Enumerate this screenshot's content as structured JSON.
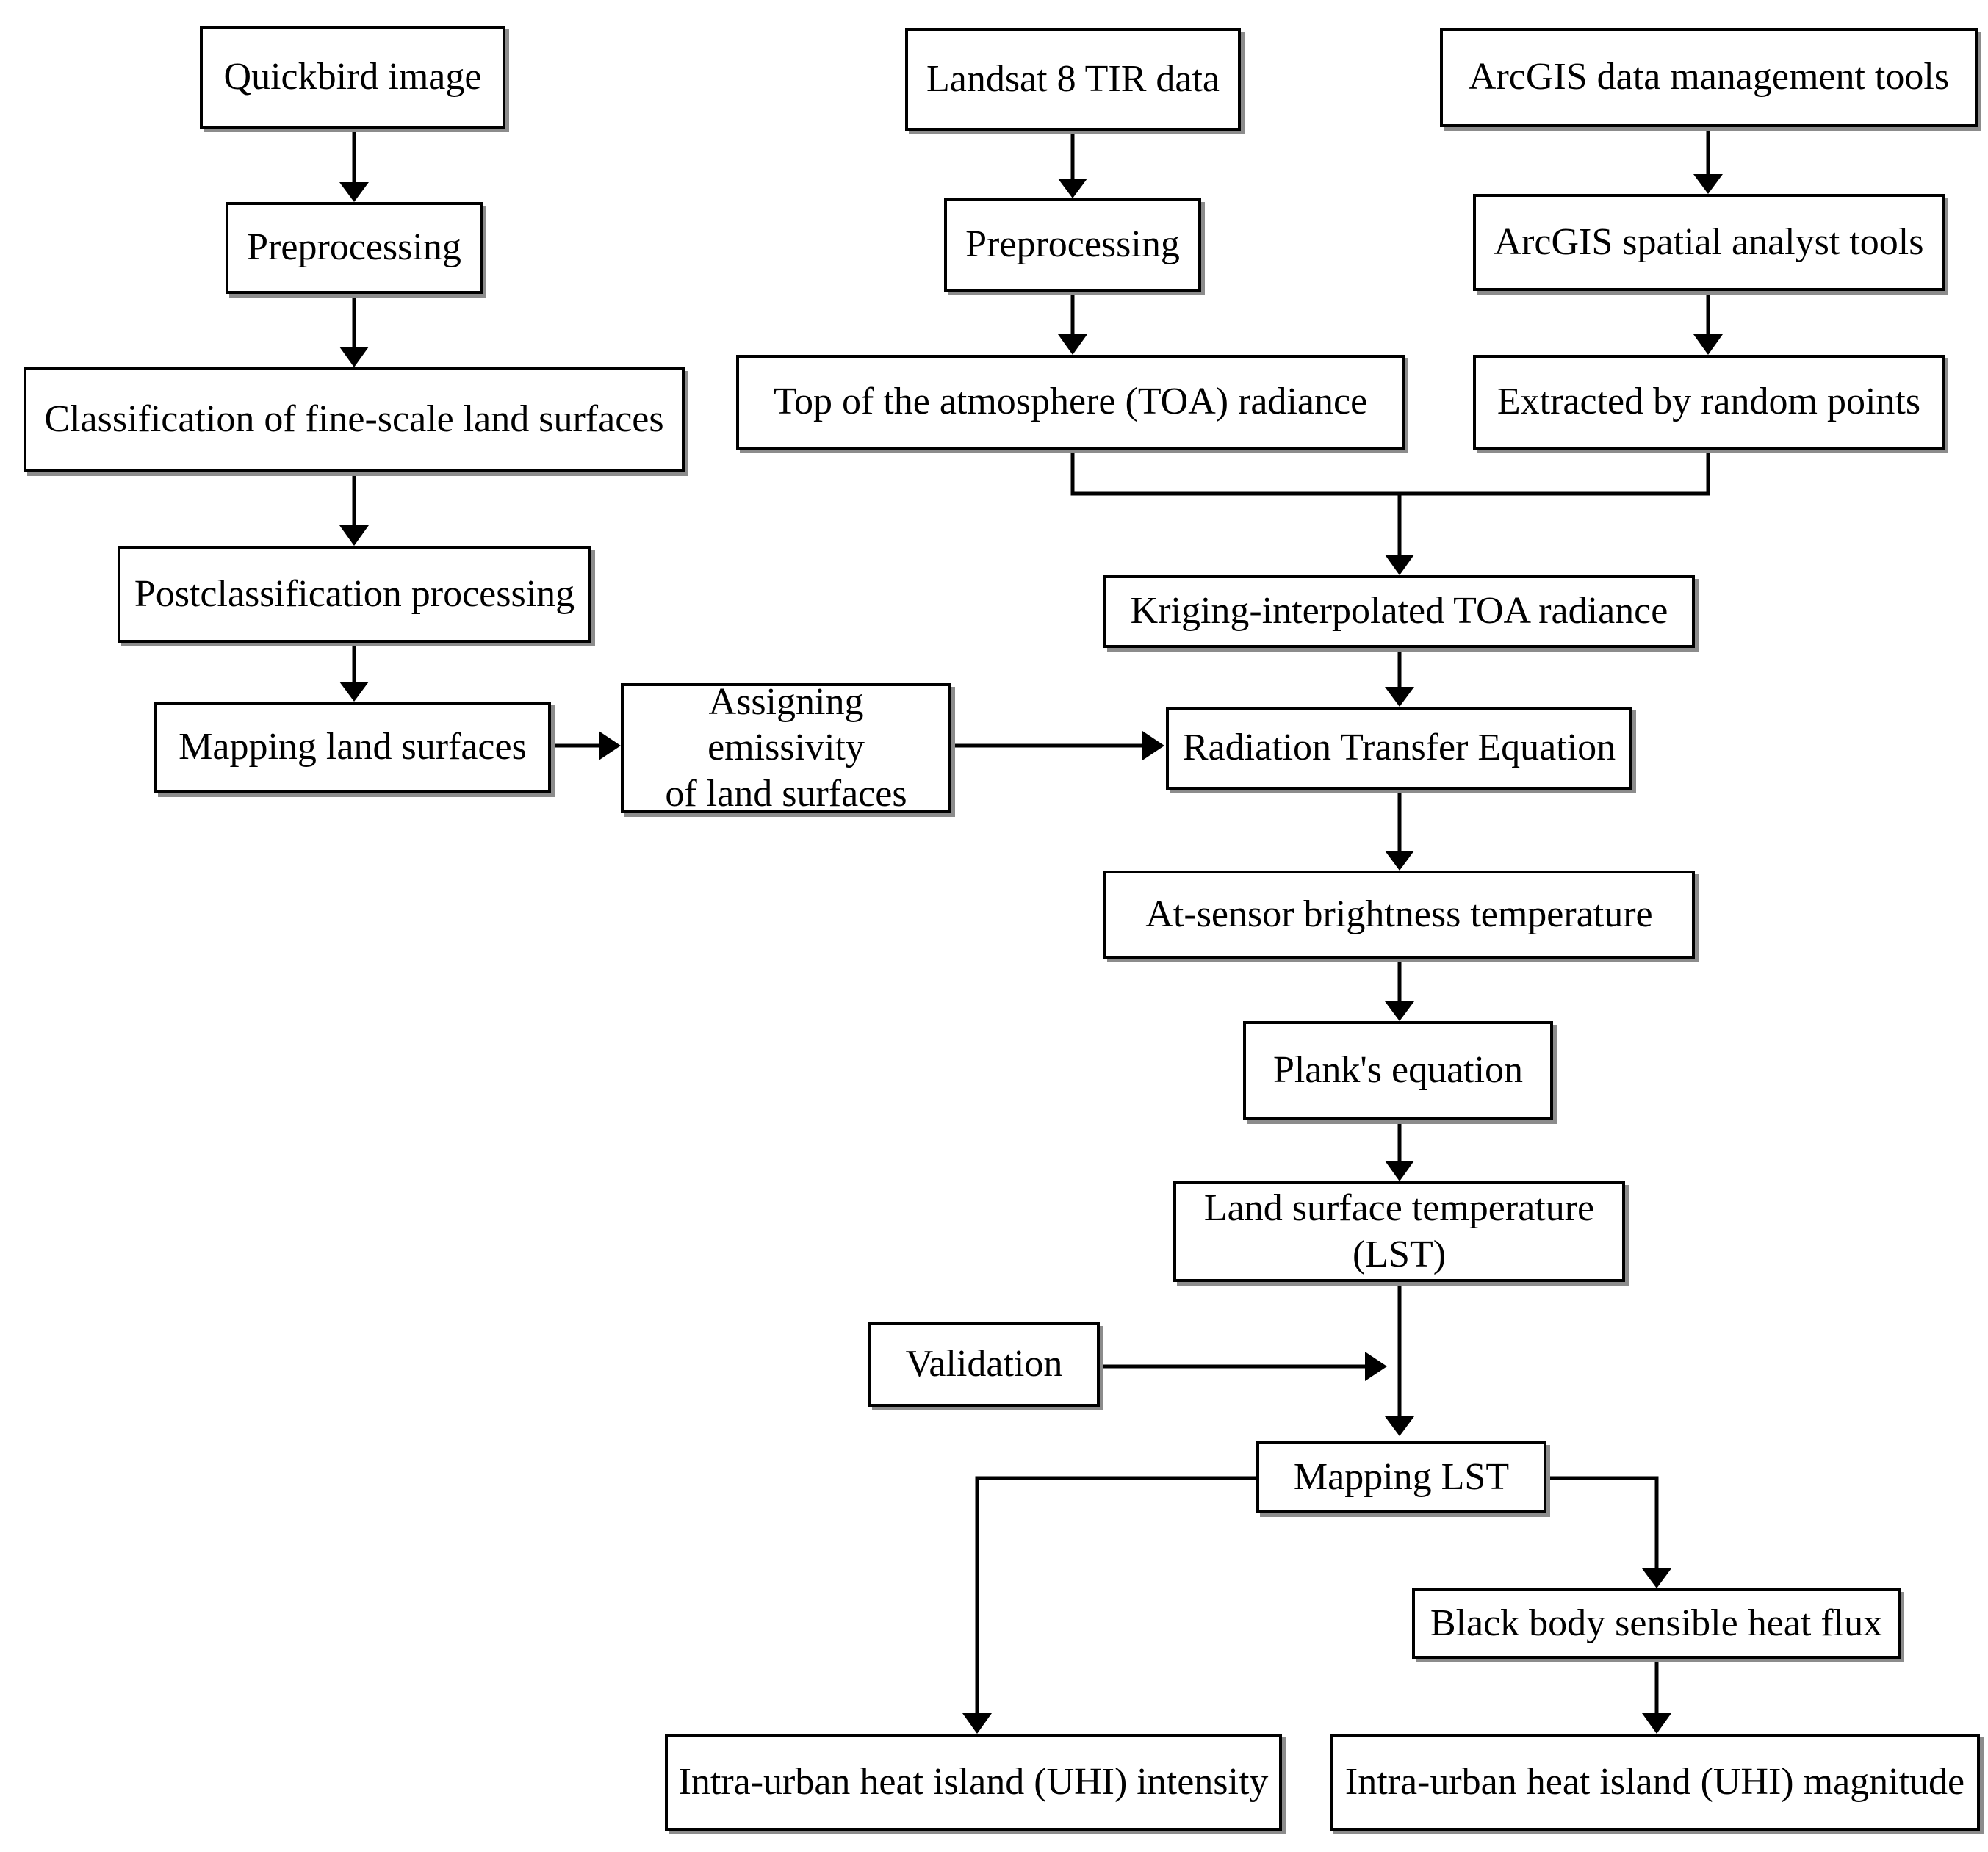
{
  "diagram": {
    "nodes": {
      "quickbird_image": "Quickbird image",
      "preprocessing_left": "Preprocessing",
      "classification": "Classification of  fine-scale land surfaces",
      "postclassification": "Postclassification processing",
      "mapping_land_surfaces": "Mapping land surfaces",
      "assigning_emissivity": "Assigning emissivity\nof  land surfaces",
      "landsat_tir": "Landsat 8 TIR data",
      "preprocessing_mid": "Preprocessing",
      "toa_radiance": "Top of the atmosphere (TOA)  radiance",
      "arcgis_data_mgmt": "ArcGIS data management tools",
      "arcgis_spatial": "ArcGIS spatial analyst tools",
      "extracted_random": "Extracted by random points",
      "kriging_toa": "Kriging-interpolated TOA radiance",
      "radiation_transfer": "Radiation Transfer Equation",
      "at_sensor_bt": "At-sensor brightness temperature",
      "planks_equation": "Plank's equation",
      "lst": "Land surface temperature\n(LST)",
      "validation": "Validation",
      "mapping_lst": "Mapping LST",
      "black_body_flux": "Black body sensible heat flux",
      "uhi_intensity": "Intra-urban heat island (UHI) intensity",
      "uhi_magnitude": "Intra-urban heat island (UHI) magnitude"
    }
  }
}
